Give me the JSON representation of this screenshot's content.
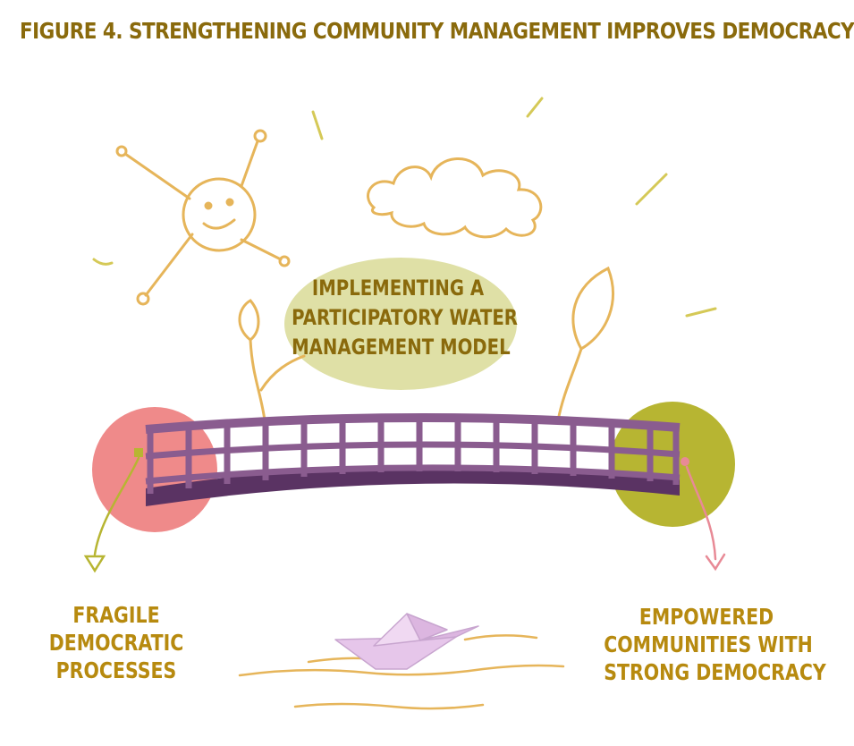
{
  "figure": {
    "title": "FIGURE 4. STRENGTHENING COMMUNITY MANAGEMENT IMPROVES DEMOCRACY"
  },
  "bubble": {
    "lines": [
      "IMPLEMENTING A",
      "PARTICIPATORY WATER",
      "MANAGEMENT MODEL"
    ]
  },
  "left_state": {
    "lines": [
      "FRAGILE",
      "DEMOCRATIC",
      "PROCESSES"
    ]
  },
  "right_state": {
    "lines": [
      "EMPOWERED",
      "COMMUNITIES WITH",
      "STRONG DEMOCRACY"
    ]
  },
  "colors": {
    "title": "#8a6a0c",
    "label": "#b78a0f",
    "doodle": "#e6b55a",
    "bubble": "#dfe0a6",
    "left_circle": "#ef8a8a",
    "right_circle": "#b7b532",
    "bridge": "#8a5c8f",
    "bridge_dark": "#5a3363",
    "boat": "#e6c6ea"
  }
}
